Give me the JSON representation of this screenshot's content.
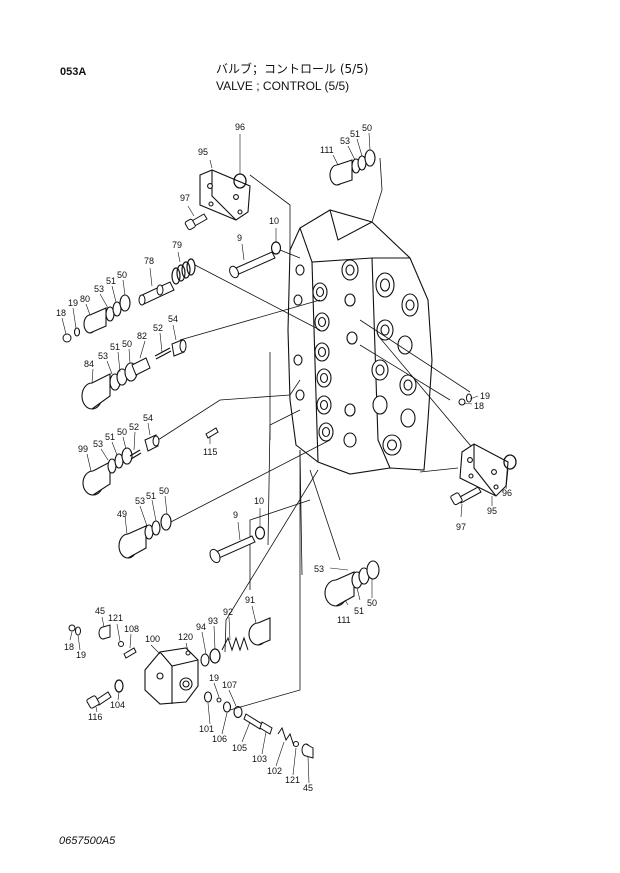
{
  "header": {
    "page_code": "053A",
    "title_jp": "バルブ；コントロール (5/5)",
    "title_en": "VALVE ; CONTROL (5/5)"
  },
  "footer": {
    "drawing_number": "0657500A5"
  },
  "callouts": {
    "c96a": "96",
    "c95a": "95",
    "c97a": "97",
    "c10a": "10",
    "c9a": "9",
    "c79": "79",
    "c78": "78",
    "c111a": "111",
    "c53a": "53",
    "c51a": "51",
    "c50a": "50",
    "c18a": "18",
    "c19a": "19",
    "c80": "80",
    "c53b": "53",
    "c51b": "51",
    "c50b": "50",
    "c84": "84",
    "c53c": "53",
    "c51c": "51",
    "c50c": "50",
    "c82": "82",
    "c52a": "52",
    "c54a": "54",
    "c99": "99",
    "c53d": "53",
    "c51d": "51",
    "c50d": "50",
    "c52b": "52",
    "c54b": "54",
    "c115": "115",
    "c19b": "19",
    "c18b": "18",
    "c49": "49",
    "c53e": "53",
    "c51e": "51",
    "c50e": "50",
    "c9b": "9",
    "c10b": "10",
    "c96b": "96",
    "c95b": "95",
    "c97b": "97",
    "c53f": "53",
    "c111b": "111",
    "c51f": "51",
    "c50f": "50",
    "c45a": "45",
    "c121a": "121",
    "c108": "108",
    "c100": "100",
    "c18c": "18",
    "c19c": "19",
    "c120": "120",
    "c94": "94",
    "c93": "93",
    "c92": "92",
    "c91": "91",
    "c116": "116",
    "c104": "104",
    "c19d": "19",
    "c107": "107",
    "c101": "101",
    "c106": "106",
    "c105": "105",
    "c103": "103",
    "c102": "102",
    "c121b": "121",
    "c45b": "45"
  }
}
